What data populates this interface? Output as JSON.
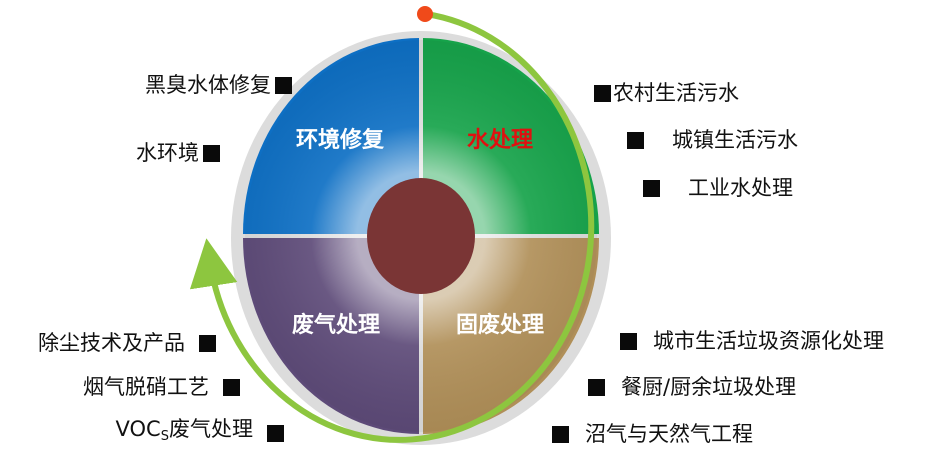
{
  "quadrants": {
    "top_left": {
      "title": "环境修复",
      "color": "#0d6fc4",
      "title_color": "#ffffff"
    },
    "top_right": {
      "title": "水处理",
      "color": "#16a34a",
      "title_color": "#e01010"
    },
    "bottom_left": {
      "title": "废气处理",
      "color": "#5d4a78",
      "title_color": "#ffffff"
    },
    "bottom_right": {
      "title": "固废处理",
      "color": "#b08f58",
      "title_color": "#ffffff"
    }
  },
  "center_color": "#7a3535",
  "arrow_color": "#8dc63f",
  "dot_color": "#f04a1a",
  "labels": {
    "left_top": [
      "黑臭水体修复",
      "水环境"
    ],
    "right_top": [
      "农村生活污水",
      "城镇生活污水",
      "工业水处理"
    ],
    "left_bottom": [
      "除尘技术及产品",
      "烟气脱硝工艺"
    ],
    "voc": {
      "main": "VOC",
      "sub": "S",
      "rest": "废气处理"
    },
    "right_bottom": [
      "城市生活垃圾资源化处理",
      "餐厨/厨余垃圾处理",
      "沼气与天然气工程"
    ]
  }
}
